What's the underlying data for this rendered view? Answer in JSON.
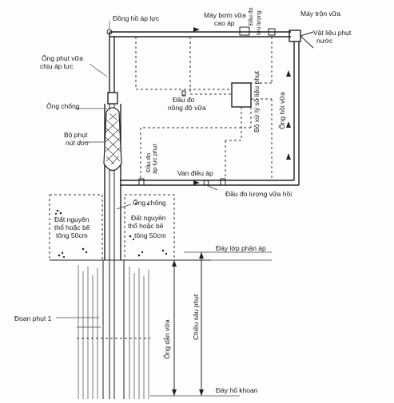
{
  "labels": {
    "pressure_gauge": "Đồng hồ áp lực",
    "high_pressure_pump": "Máy bơm vữa cao áp",
    "flow_meter": "Đầu đo lưu lượng",
    "mixer": "Máy trộn vữa",
    "materials": "Vật liệu phụt nước",
    "pressure_hose": "Ống phụt vữa chịu áp lực",
    "casing_top": "Ống chống",
    "density_sensor": "Đầu đo nồng độ vữa",
    "data_processor": "Bộ xử lý số liệu phụt",
    "return_pipe": "Ống hồi vữa",
    "single_nozzle": "Bộ phụt nút đơn",
    "pressure_sensor": "Đầu đo áp lực phụt",
    "pressure_valve": "Van điều áp",
    "return_flow_meter": "Đầu đo lượng vữa hồi",
    "casing_mid": "Ống chống",
    "soil_left": "Đất nguyên thổ hoặc bê tông 50cm",
    "soil_right": "Đất nguyên thổ hoặc bê tông 50cm",
    "grout_layer_bottom": "Đáy lớp phản áp",
    "grout_segment": "Đoạn phụt 1",
    "grout_pipe": "Ống dẫn vữa",
    "grout_depth": "Chiều sâu phụt",
    "hole_bottom": "Đáy hố khoan"
  },
  "colors": {
    "ink": "#222222",
    "paper": "#fdfdfb"
  }
}
